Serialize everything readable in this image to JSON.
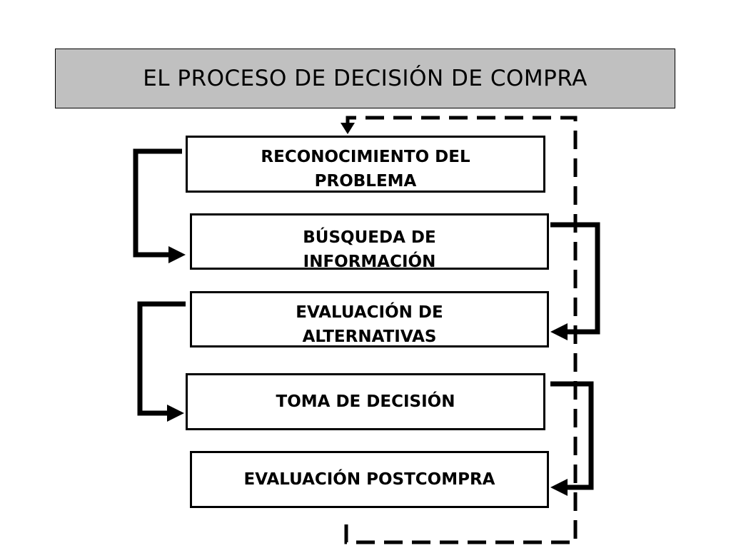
{
  "title": "EL PROCESO DE DECISIÓN DE COMPRA",
  "steps": [
    {
      "label": "RECONOCIMIENTO DEL PROBLEMA"
    },
    {
      "label": "BÚSQUEDA DE INFORMACIÓN"
    },
    {
      "label": "EVALUACIÓN DE ALTERNATIVAS"
    },
    {
      "label": "TOMA DE DECISIÓN"
    },
    {
      "label": "EVALUACIÓN POSTCOMPRA"
    }
  ],
  "colors": {
    "title_background": "#c0c0c0",
    "stroke": "#000000",
    "box_background": "#ffffff"
  }
}
